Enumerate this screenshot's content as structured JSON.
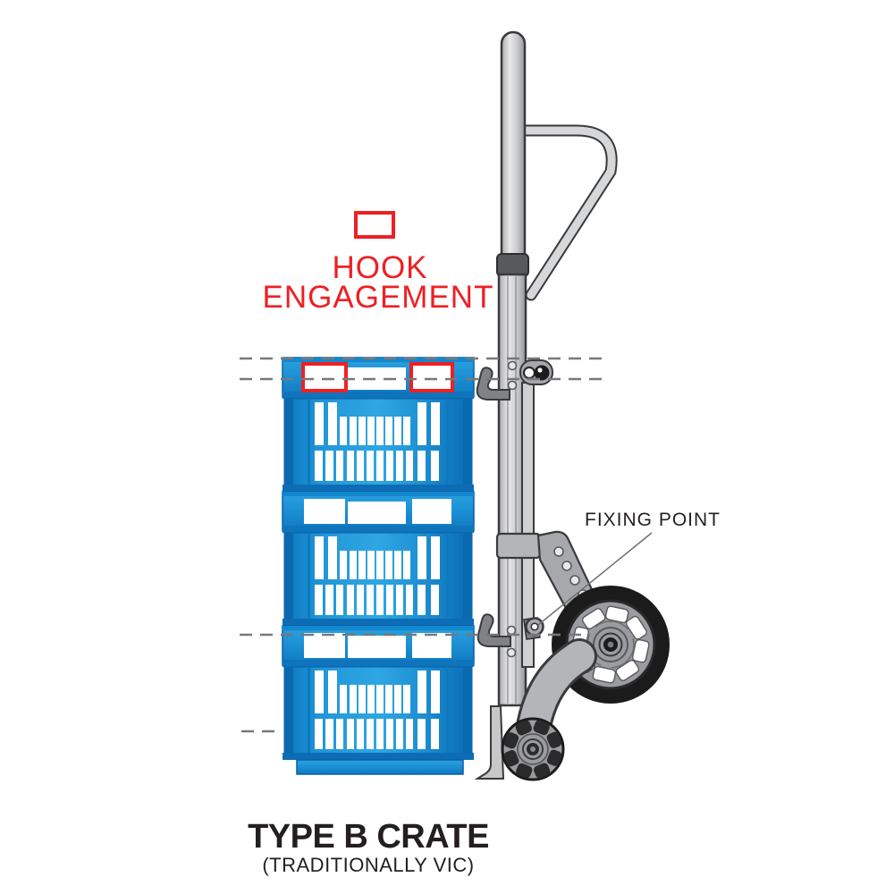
{
  "annotations": {
    "hook_engagement": {
      "line1": "HOOK",
      "line2": "ENGAGEMENT"
    },
    "fixing_point": {
      "label": "FIXING POINT"
    }
  },
  "caption": {
    "title": "TYPE B CRATE",
    "subtitle": "(TRADITIONALLY VIC)"
  },
  "colors": {
    "red": "#ED2024",
    "ink": "#231F20",
    "crate_blue": "#1D90D5",
    "crate_blue_dark": "#0C6DB4",
    "metal_light": "#D6D7D8",
    "metal_mid": "#B4B5B8",
    "metal_dark": "#3A3A3C",
    "tire_black": "#1B1B1B",
    "rim_gray": "#9B9CA0",
    "guide_gray": "#77787B"
  }
}
